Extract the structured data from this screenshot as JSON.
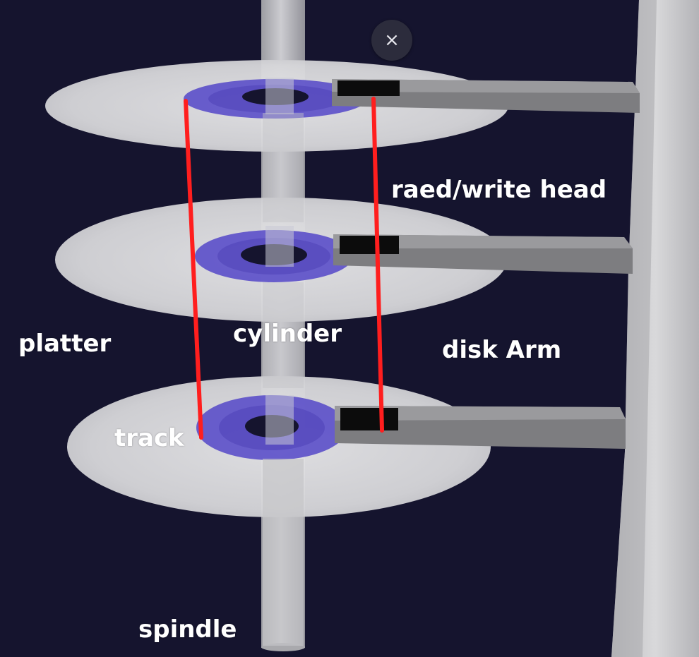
{
  "labels": {
    "read_write_head": "raed/write head",
    "platter": "platter",
    "cylinder": "cylinder",
    "disk_arm": "disk Arm",
    "track": "track",
    "spindle": "spindle"
  },
  "close_button": {
    "glyph": "×",
    "icon": "close-icon"
  },
  "colors": {
    "background": "#15142e",
    "platter": "#d8d8da",
    "track_band": "#5b4fc9",
    "cylinder_line": "#ff1e1e",
    "arm": "#8d8d8f",
    "head": "#0c0c0c",
    "spindle": "#c4c4c7"
  }
}
